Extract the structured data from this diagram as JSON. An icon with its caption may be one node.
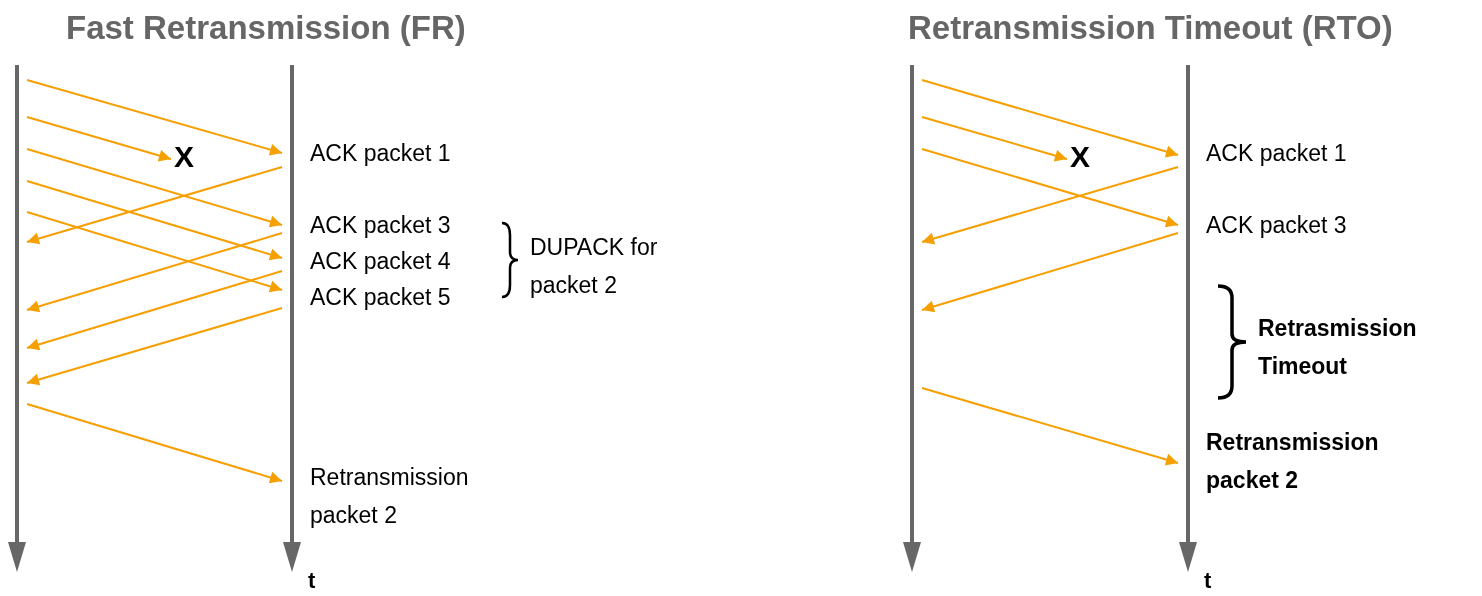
{
  "diagram": {
    "nodes": [
      {
        "text": [],
        "shape": "line"
      },
      {
        "text": [],
        "shape": "line"
      },
      {
        "text": [],
        "shape": "line"
      },
      {
        "text": [],
        "shape": "line"
      },
      {
        "text": [
          "X"
        ]
      },
      {
        "text": [
          "X"
        ]
      }
    ],
    "edges": [
      {
        "from": 0,
        "to": 1,
        "arrow": "to"
      },
      {
        "from": 0,
        "to": 4,
        "arrow": "to"
      },
      {
        "from": 0,
        "to": 1,
        "arrow": "to"
      },
      {
        "from": 0,
        "to": 1,
        "arrow": "to"
      },
      {
        "from": 0,
        "to": 1,
        "arrow": "to"
      },
      {
        "from": 1,
        "to": 0,
        "arrow": "to"
      },
      {
        "from": 1,
        "to": 0,
        "arrow": "to"
      },
      {
        "from": 1,
        "to": 0,
        "arrow": "to"
      },
      {
        "from": 1,
        "to": 0,
        "arrow": "to"
      },
      {
        "from": 0,
        "to": 1,
        "arrow": "to"
      },
      {
        "from": 2,
        "to": 3,
        "arrow": "to"
      },
      {
        "from": 2,
        "to": 5,
        "arrow": "to"
      },
      {
        "from": 2,
        "to": 3,
        "arrow": "to"
      },
      {
        "from": 3,
        "to": 2,
        "arrow": "to"
      },
      {
        "from": 3,
        "to": 2,
        "arrow": "to"
      },
      {
        "from": 2,
        "to": 3,
        "arrow": "to"
      }
    ],
    "labels": [
      "Fast Retransmission (FR)",
      "Retransmission Timeout (RTO)",
      "ACK packet 1",
      "ACK packet 3",
      "ACK packet 4",
      "ACK packet 5",
      "DUPACK for packet 2",
      "Retransmission packet 2",
      "t",
      "ACK packet 1",
      "ACK packet 3",
      "Retrasmission Timeout",
      "Retransmission packet 2",
      "t"
    ]
  }
}
